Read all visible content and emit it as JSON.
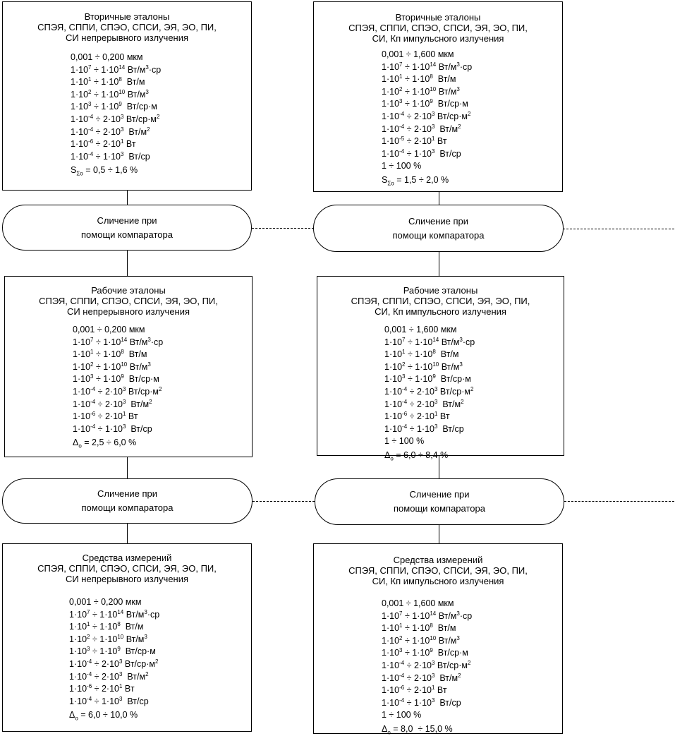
{
  "columns": [
    {
      "boxes": [
        {
          "title": "Вторичные эталоны",
          "line2": "СПЭЯ, СППИ, СПЭО, СПСИ, ЭЯ, ЭО, ПИ,",
          "line3": "СИ непрерывного излучения",
          "ranges": [
            "0,001 ÷ 0,200 мкм",
            "1·10^7 ÷ 1·10^14 Вт/м^3·ср",
            "1·10^1 ÷ 1·10^8  Вт/м",
            "1·10^2 ÷ 1·10^10 Вт/м^3",
            "1·10^3 ÷ 1·10^9  Вт/ср·м",
            "1·10^-4 ÷ 2·10^3 Вт/ср·м^2",
            "1·10^-4 ÷ 2·10^3  Вт/м^2",
            "1·10^-6 ÷ 2·10^1 Вт",
            "1·10^-4 ÷ 1·10^3  Вт/ср"
          ],
          "error": "S_Σo = 0,5 ÷ 1,6 %"
        },
        {
          "title": "Рабочие эталоны",
          "line2": "СПЭЯ, СППИ, СПЭО, СПСИ, ЭЯ, ЭО, ПИ,",
          "line3": "СИ непрерывного излучения",
          "ranges": [
            "0,001 ÷ 0,200 мкм",
            "1·10^7 ÷ 1·10^14 Вт/м^3·ср",
            "1·10^1 ÷ 1·10^8  Вт/м",
            "1·10^2 ÷ 1·10^10 Вт/м^3",
            "1·10^3 ÷ 1·10^9  Вт/ср·м",
            "1·10^-4 ÷ 2·10^3 Вт/ср·м^2",
            "1·10^-4 ÷ 2·10^3  Вт/м^2",
            "1·10^-6 ÷ 2·10^1 Вт",
            "1·10^-4 ÷ 1·10^3  Вт/ср"
          ],
          "error": "Δ_o = 2,5 ÷ 6,0 %"
        },
        {
          "title": "Средства измерений",
          "line2": "СПЭЯ, СППИ, СПЭО, СПСИ, ЭЯ, ЭО, ПИ,",
          "line3": "СИ непрерывного излучения",
          "ranges": [
            "0,001 ÷ 0,200 мкм",
            "1·10^7 ÷ 1·10^14 Вт/м^3·ср",
            "1·10^1 ÷ 1·10^8  Вт/м",
            "1·10^2 ÷ 1·10^10 Вт/м^3",
            "1·10^3 ÷ 1·10^9  Вт/ср·м",
            "1·10^-4 ÷ 2·10^3 Вт/ср·м^2",
            "1·10^-4 ÷ 2·10^3  Вт/м^2",
            "1·10^-6 ÷ 2·10^1 Вт",
            "1·10^-4 ÷ 1·10^3  Вт/ср"
          ],
          "error": "Δ_o = 6,0 ÷ 10,0 %"
        }
      ]
    },
    {
      "boxes": [
        {
          "title": "Вторичные эталоны",
          "line2": "СПЭЯ, СППИ, СПЭО, СПСИ, ЭЯ, ЭО, ПИ,",
          "line3": "СИ, Кп импульсного излучения",
          "ranges": [
            "0,001 ÷ 1,600 мкм",
            "1·10^7 ÷ 1·10^14 Вт/м^3·ср",
            "1·10^1 ÷ 1·10^8  Вт/м",
            "1·10^2 ÷ 1·10^10 Вт/м^3",
            "1·10^3 ÷ 1·10^9  Вт/ср·м",
            "1·10^-4 ÷ 2·10^3 Вт/ср·м^2",
            "1·10^-4 ÷ 2·10^3  Вт/м^2",
            "1·10^-5 ÷ 2·10^1 Вт",
            "1·10^-4 ÷ 1·10^3  Вт/ср",
            "1 ÷ 100 %"
          ],
          "error": "S_Σo = 1,5 ÷ 2,0 %"
        },
        {
          "title": "Рабочие эталоны",
          "line2": "СПЭЯ, СППИ, СПЭО, СПСИ, ЭЯ, ЭО, ПИ,",
          "line3": "СИ, Кп импульсного излучения",
          "ranges": [
            "0,001 ÷ 1,600 мкм",
            "1·10^7 ÷ 1·10^14 Вт/м^3·ср",
            "1·10^1 ÷ 1·10^8  Вт/м",
            "1·10^2 ÷ 1·10^10 Вт/м^3",
            "1·10^3 ÷ 1·10^9  Вт/ср·м",
            "1·10^-4 ÷ 2·10^3 Вт/ср·м^2",
            "1·10^-4 ÷ 2·10^3  Вт/м^2",
            "1·10^-6 ÷ 2·10^1 Вт",
            "1·10^-4 ÷ 1·10^3  Вт/ср",
            "1 ÷ 100 %"
          ],
          "error": "Δ_o = 6,0 ÷ 8,4 %"
        },
        {
          "title": "Средства измерений",
          "line2": "СПЭЯ, СППИ, СПЭО, СПСИ, ЭЯ, ЭО, ПИ,",
          "line3": "СИ, Кп импульсного излучения",
          "ranges": [
            "0,001 ÷ 1,600 мкм",
            "1·10^7 ÷ 1·10^14 Вт/м^3·ср",
            "1·10^1 ÷ 1·10^8  Вт/м",
            "1·10^2 ÷ 1·10^10 Вт/м^3",
            "1·10^3 ÷ 1·10^9  Вт/ср·м",
            "1·10^-4 ÷ 2·10^3 Вт/ср·м^2",
            "1·10^-4 ÷ 2·10^3  Вт/м^2",
            "1·10^-6 ÷ 2·10^1 Вт",
            "1·10^-4 ÷ 1·10^3  Вт/ср",
            "1 ÷ 100 %"
          ],
          "error": "Δ_o = 8,0  ÷ 15,0 %"
        }
      ]
    }
  ],
  "comparator": {
    "line1": "Сличение при",
    "line2": "помощи компаратора"
  }
}
